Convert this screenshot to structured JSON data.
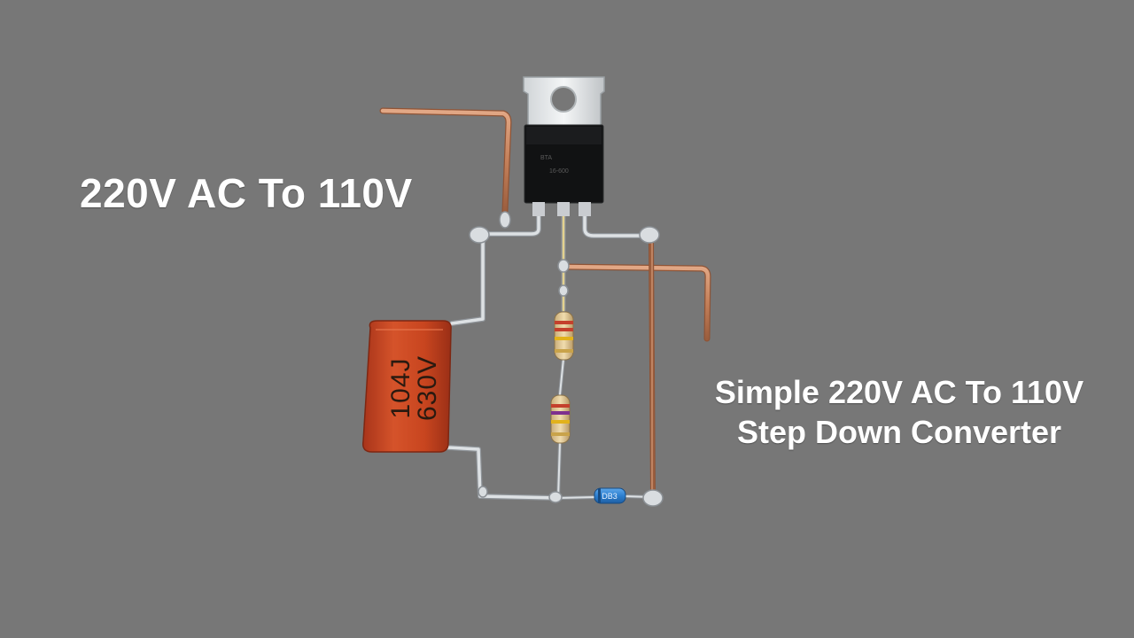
{
  "headline": "220V AC To 110V",
  "caption": {
    "line1": "Simple 220V AC To 110V",
    "line2": "Step Down Converter"
  },
  "components": {
    "capacitor": {
      "line1": "104J",
      "line2": "630V"
    },
    "diode": {
      "label": "DB3"
    }
  },
  "colors": {
    "background": "#777777",
    "text": "#ffffff",
    "copper": "#c98c66",
    "solder": "#d9dde0",
    "capacitor": "#c8451f",
    "diode": "#2c7fd0"
  }
}
